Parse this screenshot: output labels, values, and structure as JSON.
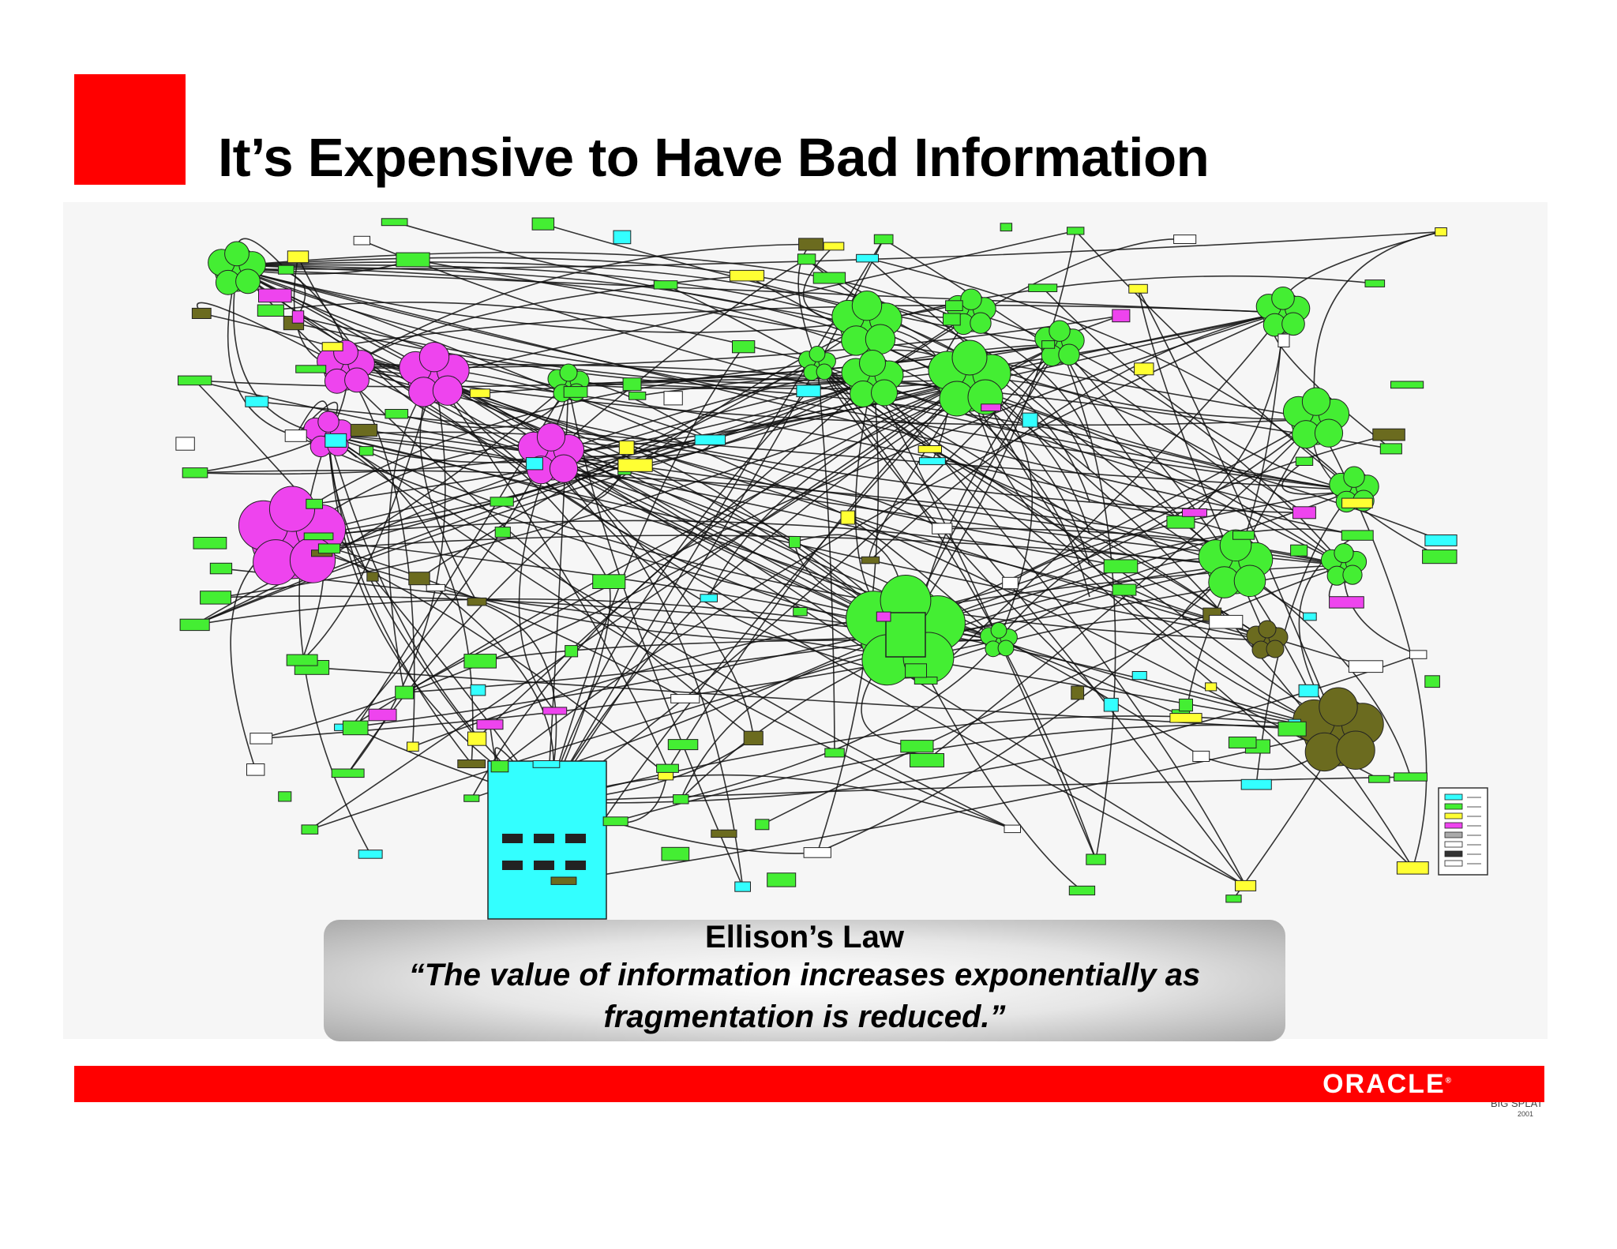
{
  "slide": {
    "title": "It’s Expensive to Have Bad Information",
    "accent_color": "#ff0000"
  },
  "diagram": {
    "legend_title": "BIG SPLAT",
    "legend_year": "2001",
    "node_colors": {
      "green": "#44ee33",
      "magenta": "#ee44ee",
      "cyan": "#33ffff",
      "olive": "#6b6b1f",
      "yellow": "#ffff33"
    }
  },
  "quote": {
    "title": "Ellison’s Law",
    "text": "“The value of information increases exponentially as fragmentation is reduced.”"
  },
  "footer": {
    "logo_text": "ORACLE",
    "logo_mark": "®"
  }
}
